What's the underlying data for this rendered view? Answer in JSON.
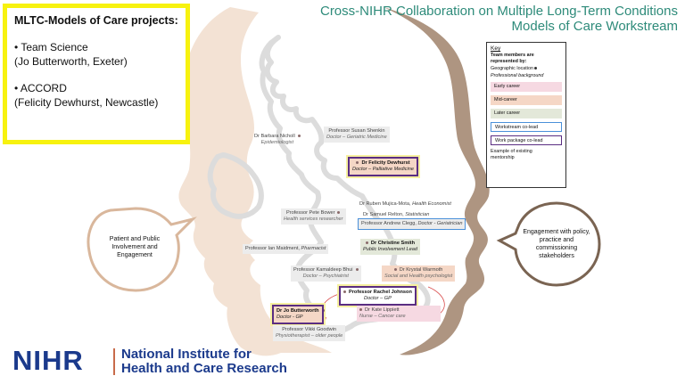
{
  "title": {
    "line1": "Cross-NIHR Collaboration on Multiple Long-Term Conditions",
    "line2": "Models of Care Workstream"
  },
  "projects": {
    "heading": "MLTC-Models of Care projects:",
    "items": [
      {
        "name": "• Team Science",
        "detail": "(Jo Butterworth, Exeter)"
      },
      {
        "name": "• ACCORD",
        "detail": "(Felicity Dewhurst, Newcastle)"
      }
    ]
  },
  "members": [
    {
      "name": "Dr Barbara Nicholl",
      "role": "Epidemiologist"
    },
    {
      "name": "Professor Susan Shenkin",
      "role": "Doctor – Geriatric Medicine"
    },
    {
      "name": "Dr Felicity Dewhurst",
      "role": "Doctor – Palliative Medicine"
    },
    {
      "name": "Dr Ruben Mujica-Mota,",
      "role": "Health Economist"
    },
    {
      "name": "Dr Samuel Relton,",
      "role": "Statistician"
    },
    {
      "name": "Professor Andrew Clegg,",
      "role": "Doctor - Geriatrician"
    },
    {
      "name": "Professor Pete Bower",
      "role": "Health services researcher"
    },
    {
      "name": "Dr Christine Smith",
      "role": "Public Involvement Lead"
    },
    {
      "name": "Professor Ian Maidment,",
      "role": "Pharmacist"
    },
    {
      "name": "Professor Kamaldeep Bhui",
      "role": "Doctor – Psychiatrist"
    },
    {
      "name": "Dr Krystal Warmoth",
      "role": "Social and Health psychologist"
    },
    {
      "name": "Professor Rachel Johnson",
      "role": "Doctor – GP"
    },
    {
      "name": "Dr Jo Butterworth",
      "role": "Doctor - GP"
    },
    {
      "name": "Dr Kate Lippiett",
      "role": "Nurse – Cancer care"
    },
    {
      "name": "Professor Vikki Goodwin",
      "role": "Physiotherapist – older people"
    }
  ],
  "key": {
    "title": "Key",
    "line1": "Team members are represented by:",
    "line2": "Geographic location",
    "line3": "Professional background",
    "early": "Early career",
    "mid": "Mid-career",
    "later": "Later career",
    "ws_lead": "Workstream co-lead",
    "wp_lead": "Work package co-lead",
    "example": "Example of existing mentorship"
  },
  "bubbles": {
    "left": "Patient and Public Involvement and Engagement",
    "right": "Engagement with policy, practice and commissioning stakeholders"
  },
  "logo": {
    "mark": "NIHR",
    "line1": "National Institute for",
    "line2": "Health and Care Research"
  },
  "colors": {
    "title": "#2e8b7a",
    "highlight": "#f7f20f",
    "left_head": "#f3e2d4",
    "right_head": "#ae9581",
    "workstream_lead": "#4a90d9",
    "work_package_lead": "#5a2d82",
    "nihr_blue": "#1b3a8c"
  }
}
